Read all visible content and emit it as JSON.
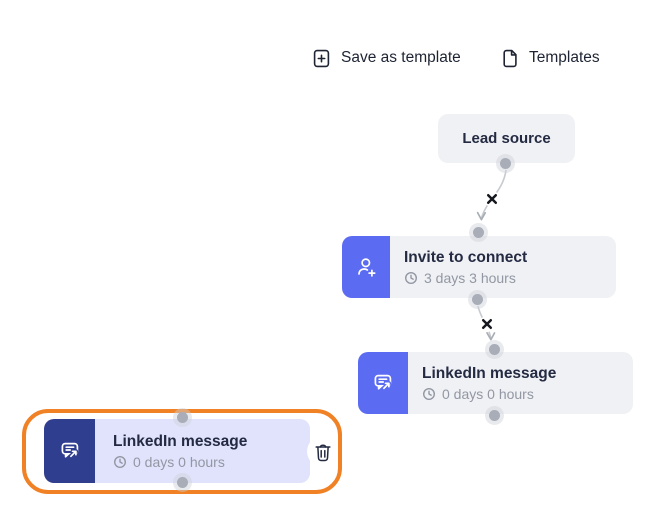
{
  "toolbar": {
    "save_as_template": {
      "label": "Save as template",
      "icon": "file-plus-icon"
    },
    "templates": {
      "label": "Templates",
      "icon": "file-icon"
    }
  },
  "canvas": {
    "lead_source": {
      "title": "Lead source"
    },
    "nodes": [
      {
        "title": "Invite to connect",
        "delay": "3 days 3 hours",
        "icon": "person-add-icon",
        "state": "default"
      },
      {
        "title": "LinkedIn message",
        "delay": "0 days 0 hours",
        "icon": "message-send-icon",
        "state": "default"
      },
      {
        "title": "LinkedIn message",
        "delay": "0 days 0 hours",
        "icon": "message-send-icon",
        "state": "selected"
      }
    ],
    "connectors": [
      {
        "from": "lead-source",
        "to": "invite-to-connect",
        "marker": "x-disconnect-icon"
      },
      {
        "from": "invite-to-connect",
        "to": "linkedin-message-1",
        "marker": "x-disconnect-icon"
      }
    ]
  },
  "icons": {
    "clock": "clock-icon",
    "delete": "trash-icon",
    "disconnect": "x-disconnect-icon",
    "connection_handle": "connection-dot"
  },
  "colors": {
    "accent_blue": "#5C6CF2",
    "selected_icon_navy": "#2F3E8F",
    "selected_body_lavender": "#E0E3FB",
    "node_body_gray": "#F0F1F4",
    "selection_ring_orange": "#F08124",
    "title_text": "#232A42",
    "subtitle_text": "#9297A3",
    "connector_line": "#C7CAD0",
    "dot_gray": "#A8ADB7"
  }
}
